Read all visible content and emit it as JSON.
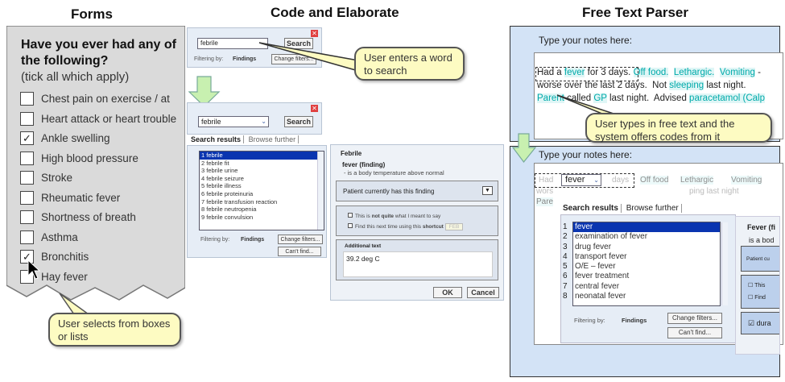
{
  "sections": {
    "forms": "Forms",
    "code": "Code and Elaborate",
    "free": "Free Text Parser"
  },
  "forms": {
    "question_line1": "Have you ever had any of",
    "question_line2": "the following?",
    "hint": "(tick all which apply)",
    "items": [
      {
        "label": "Chest pain on exercise / at",
        "checked": false
      },
      {
        "label": "Heart attack or heart trouble",
        "checked": false
      },
      {
        "label": "Ankle swelling",
        "checked": true
      },
      {
        "label": "High blood pressure",
        "checked": false
      },
      {
        "label": "Stroke",
        "checked": false
      },
      {
        "label": "Rheumatic fever",
        "checked": false
      },
      {
        "label": "Shortness of breath",
        "checked": false
      },
      {
        "label": "Asthma",
        "checked": false
      },
      {
        "label": "Bronchitis",
        "checked": true
      },
      {
        "label": "Hay fever",
        "checked": false
      }
    ],
    "callout": "User selects from boxes or lists"
  },
  "code": {
    "search_value": "febrile",
    "search_label": "Search",
    "filtering_label": "Filtering by:",
    "filter_value": "Findings",
    "change_filters": "Change filters...",
    "cant_find": "Can't find...",
    "callout": "User enters a word to search",
    "tabs": [
      "Search results",
      "Browse further"
    ],
    "results": [
      "1 febrile",
      "2 febrile fit",
      "3 febrile urine",
      "4 febrile seizure",
      "5 febrile illness",
      "6 febrile proteinuria",
      "7 febrile transfusion reaction",
      "8 febrile neutropenia",
      "9 febrile convulsion"
    ],
    "detail": {
      "heading": "Febrile",
      "term": "fever (finding)",
      "definition": "- is a body temperature above normal",
      "status": "Patient currently has this finding",
      "opt1_pre": "This is ",
      "opt1_bold": "not quite",
      "opt1_post": " what I meant to say",
      "opt2_pre": "Find this next time using this ",
      "opt2_bold": "shortcut",
      "shortcut": "FEB",
      "additional_label": "Additional text",
      "additional_value": "39.2 deg C",
      "ok": "OK",
      "cancel": "Cancel"
    }
  },
  "free": {
    "prompt": "Type your notes here:",
    "text": {
      "l1": [
        "Had a ",
        "fever",
        " for 3 days.",
        " ",
        "Off food.",
        "  ",
        "Lethargic.",
        "  ",
        "Vomiting",
        " -"
      ],
      "l2": [
        "worse over the last 2 days.  Not ",
        "sleeping",
        " last night."
      ],
      "l3": [
        "Parent",
        " called ",
        "GP",
        " last night.  Advised ",
        "paracetamol (Calp"
      ]
    },
    "callout": "User types in free text and the system offers codes from it",
    "bottom": {
      "prompt": "Type your notes here:",
      "had": "Had",
      "dropdown": "fever",
      "days": "days",
      "off_food": "Off food",
      "lethargic": "Lethargic",
      "vomiting": "Vomiting",
      "wors": "wors",
      "sleeping": "ping last night",
      "pare": "Pare",
      "tabs": [
        "Search results",
        "Browse further"
      ],
      "results": [
        "fever",
        "examination of fever",
        "drug fever",
        "transport fever",
        "O/E – fever",
        "fever treatment",
        "central fever",
        "neonatal fever"
      ],
      "numbers": [
        "1",
        "2",
        "3",
        "4",
        "5",
        "6",
        "7",
        "8"
      ],
      "filtering_label": "Filtering by:",
      "filter_value": "Findings",
      "change_filters": "Change filters...",
      "cant_find": "Can't find...",
      "detail_heading": "Fever (fi",
      "detail_def": "is a bod",
      "status": "Patient cu",
      "opt1": "This",
      "opt2": "Find",
      "dura": "dura"
    }
  }
}
